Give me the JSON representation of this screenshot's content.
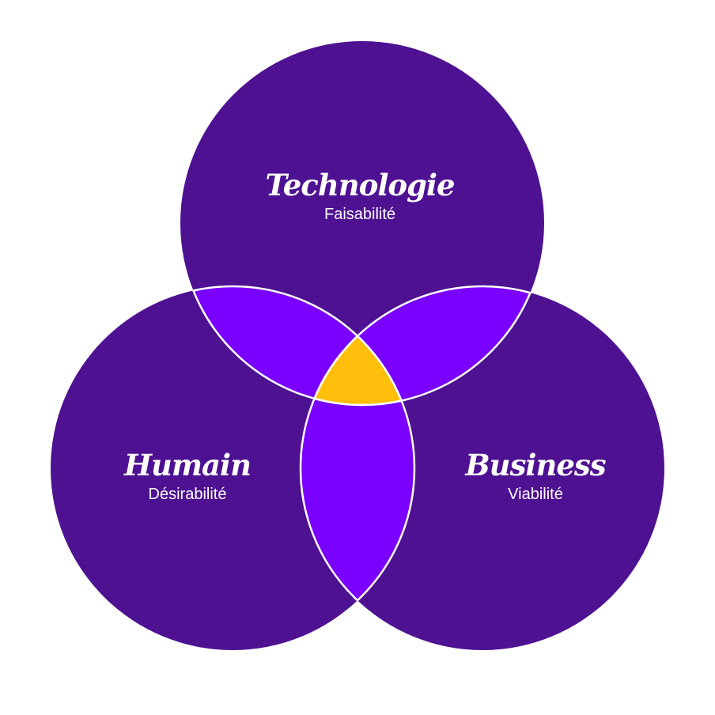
{
  "colors": {
    "circle": "#4e1192",
    "pair": "#7a00ff",
    "center": "#ffbe0a",
    "stroke": "#ffffff"
  },
  "circles": [
    {
      "id": "technologie",
      "title": "Technologie",
      "subtitle": "Faisabilité"
    },
    {
      "id": "humain",
      "title": "Humain",
      "subtitle": "Désirabilité"
    },
    {
      "id": "business",
      "title": "Business",
      "subtitle": "Viabilité"
    }
  ]
}
